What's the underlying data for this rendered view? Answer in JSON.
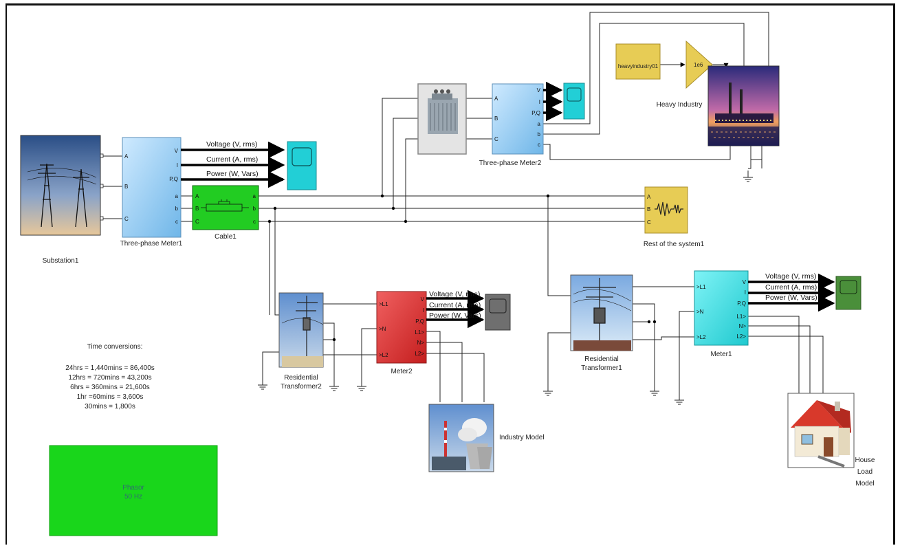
{
  "blocks": {
    "substation": "Substation1",
    "meter1": "Three-phase Meter1",
    "cable": "Cable1",
    "transformer_meter2": "Three-phase Meter2",
    "heavy_industry": "Heavy Industry",
    "heavy_source": "heavyindustry01",
    "gain": "1e6",
    "rest_system": "Rest of the system1",
    "res_transformer1_a": "Residential",
    "res_transformer1_b": "Transformer1",
    "res_transformer2_a": "Residential",
    "res_transformer2_b": "Transformer2",
    "meter2": "Meter2",
    "meter_single1": "Meter1",
    "industry_model": "Industry Model",
    "house_a": "House",
    "house_b": "Load",
    "house_c": "Model",
    "phasor_a": "Phasor",
    "phasor_b": "50 Hz"
  },
  "signals": {
    "voltage": "Voltage (V, rms)",
    "current": "Current (A, rms)",
    "power": "Power (W, Vars)"
  },
  "ports": {
    "A": "A",
    "B": "B",
    "C": "C",
    "a": "a",
    "b": "b",
    "c": "c",
    "V": "V",
    "I": "I",
    "PQ": "P,Q",
    "L1in": ">L1",
    "Nin": ">N",
    "L2in": ">L2",
    "L1out": "L1>",
    "Nout": "N>",
    "L2out": "L2>"
  },
  "notes": {
    "title": "Time conversions:",
    "lines": [
      "24hrs = 1,440mins = 86,400s",
      "12hrs = 720mins = 43,200s",
      "6hrs = 360mins = 21,600s",
      "1hr =60mins = 3,600s",
      "30mins = 1,800s"
    ]
  },
  "colors": {
    "meter_blue": "#a9d8f5",
    "cable_green": "#22cc22",
    "scope_cyan": "#22cfd6",
    "scope_green": "#4a8f3a",
    "scope_gray": "#6f6f6f",
    "meter_red": "#e23a3a",
    "meter_cyan": "#3ee0e6",
    "load_yellow": "#e7cc55",
    "phasor_green": "#19d61b"
  }
}
